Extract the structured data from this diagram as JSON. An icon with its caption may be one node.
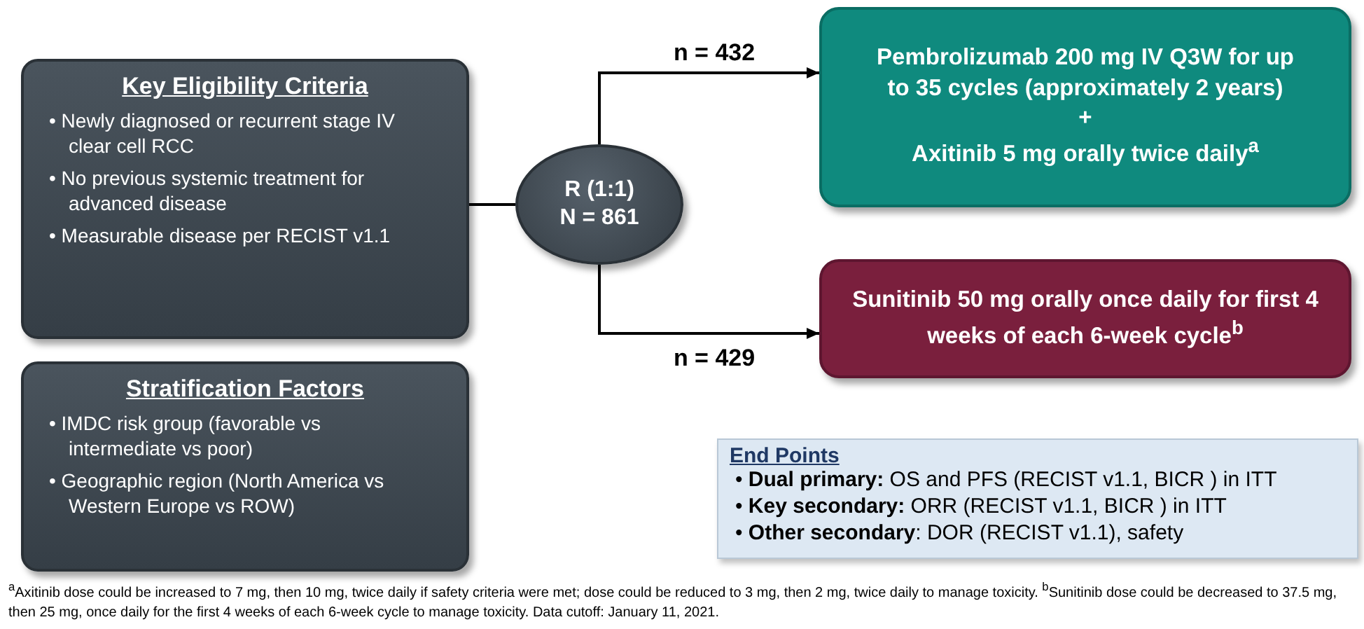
{
  "diagram": {
    "caption": "$^{a}$Axitinib dose could be increased to 7 mg, then 10 mg, twice daily if safety criteria were met; dose could be reduced to 3 mg, then 2 mg, twice daily to manage toxicity. $^{b}$Sunitinib dose could be decreased to 37.5 mg, then 25 mg, once daily for the first 4 weeks of each 6-week cycle to manage toxicity. Data cutoff: January 11, 2021.",
    "nodes": [
      {
        "text": [
          "Key Eligibility Criteria",
          "• Newly diagnosed or recurrent stage IV clear cell RCC",
          "• No previous systemic treatment for advanced disease",
          "• Measurable disease per RECIST v1.1"
        ]
      },
      {
        "text": [
          "Stratification Factors",
          "• IMDC risk group (favorable vs intermediate vs poor)",
          "• Geographic region (North America vs Western Europe vs ROW)"
        ]
      },
      {
        "text": [
          "R (1:1) N = 861"
        ]
      },
      {
        "text": [
          "Pembrolizumab 200 mg IV Q3W for up to 35 cycles (approximately 2 years)",
          "+",
          "Axitinib 5 mg orally twice daily$^{a}$"
        ]
      },
      {
        "text": [
          "Sunitinib 50 mg orally once daily for first 4 weeks of each 6-week cycle$^{b}$"
        ]
      },
      {
        "text": [
          "End Points",
          "• **Dual primary:** OS and PFS (RECIST v1.1, BICR ) in ITT",
          "• **Key secondary:** ORR (RECIST v1.1, BICR ) in ITT",
          "• **Other secondary**: DOR (RECIST v1.1), safety"
        ]
      }
    ],
    "edges": [
      {
        "from": 0,
        "to": 2,
        "arrow": "none"
      },
      {
        "from": 2,
        "to": 3,
        "arrow": "to",
        "label": "n = 432"
      },
      {
        "from": 2,
        "to": 4,
        "arrow": "to",
        "label": "n = 429"
      }
    ]
  }
}
